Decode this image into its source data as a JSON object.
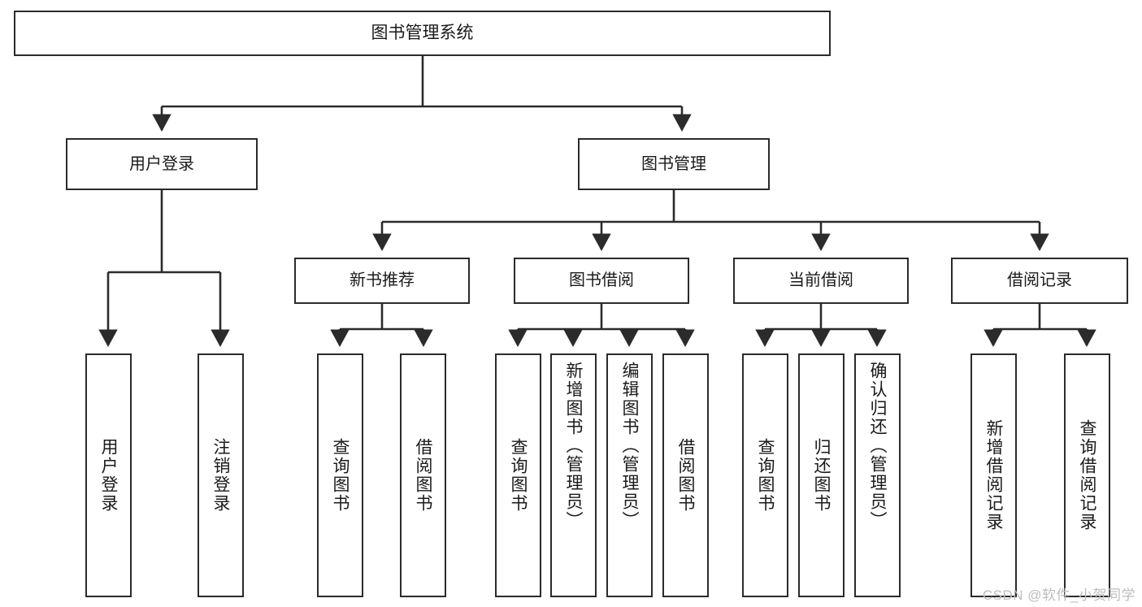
{
  "diagram": {
    "title": "图书管理系统",
    "watermark": "CSDN @软件_小贺同学"
  },
  "nodes": {
    "root": {
      "label": "图书管理系统"
    },
    "level2": [
      {
        "label": "用户登录"
      },
      {
        "label": "图书管理"
      }
    ],
    "level3": [
      {
        "label": "新书推荐"
      },
      {
        "label": "图书借阅"
      },
      {
        "label": "当前借阅"
      },
      {
        "label": "借阅记录"
      }
    ],
    "leaves": {
      "user_login": [
        {
          "label": "用户登录"
        },
        {
          "label": "注销登录"
        }
      ],
      "new_book": [
        {
          "label": "查询图书"
        },
        {
          "label": "借阅图书"
        }
      ],
      "book_borrow": [
        {
          "label": "查询图书"
        },
        {
          "label": "新增图书（管理员）"
        },
        {
          "label": "编辑图书（管理员）"
        },
        {
          "label": "借阅图书"
        }
      ],
      "current_borrow": [
        {
          "label": "查询图书"
        },
        {
          "label": "归还图书"
        },
        {
          "label": "确认归还（管理员）"
        }
      ],
      "borrow_record": [
        {
          "label": "新增借阅记录"
        },
        {
          "label": "查询借阅记录"
        }
      ]
    }
  },
  "chart_data": {
    "type": "tree-diagram",
    "title": "图书管理系统",
    "root": "图书管理系统",
    "tree": [
      {
        "name": "用户登录",
        "children": [
          "用户登录",
          "注销登录"
        ]
      },
      {
        "name": "图书管理",
        "children": [
          {
            "name": "新书推荐",
            "children": [
              "查询图书",
              "借阅图书"
            ]
          },
          {
            "name": "图书借阅",
            "children": [
              "查询图书",
              "新增图书（管理员）",
              "编辑图书（管理员）",
              "借阅图书"
            ]
          },
          {
            "name": "当前借阅",
            "children": [
              "查询图书",
              "归还图书",
              "确认归还（管理员）"
            ]
          },
          {
            "name": "借阅记录",
            "children": [
              "新增借阅记录",
              "查询借阅记录"
            ]
          }
        ]
      }
    ],
    "levels": 4,
    "node_count": 20,
    "edge_style": "orthogonal-arrow",
    "colors": {
      "stroke": "#2b2b2b",
      "fill": "#ffffff",
      "text": "#1a1a1a",
      "watermark": "#bdbdbd"
    }
  }
}
